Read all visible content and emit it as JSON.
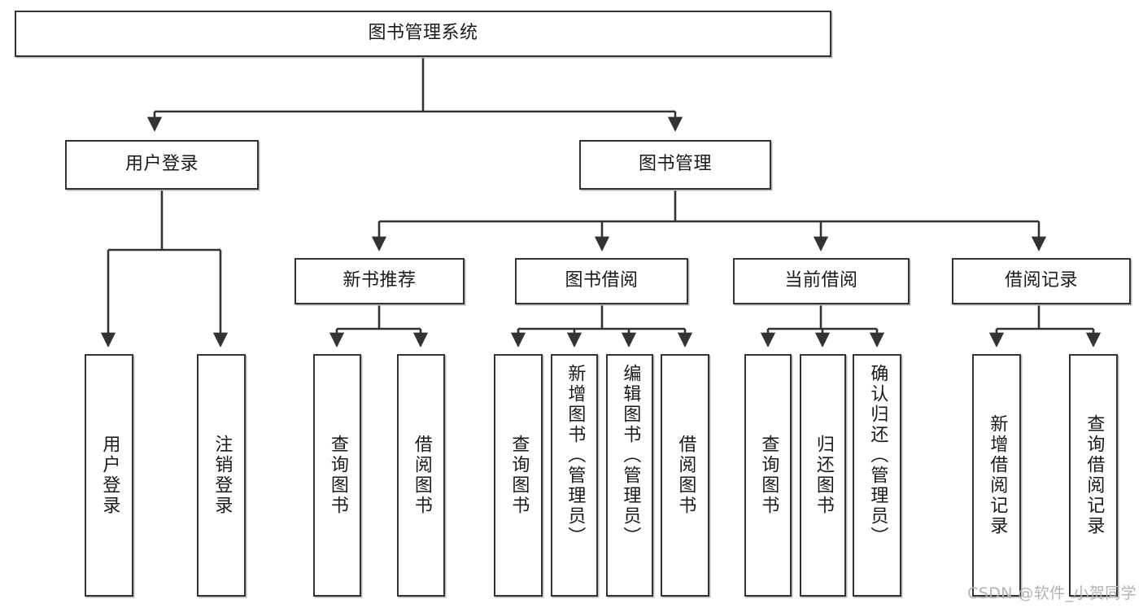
{
  "diagram": {
    "type": "tree-hierarchy-chart",
    "title_text": "图书管理系统",
    "watermark": "CSDN @软件_小贺同学",
    "colors": {
      "box_border": "#333333",
      "box_fill": "#ffffff",
      "connector": "#333333",
      "shadow": "#b9b9b9",
      "text": "#1a1a1a",
      "watermark": "#b3b3b3"
    },
    "nodes": {
      "root": {
        "label": "图书管理系统"
      },
      "level2": [
        {
          "id": "user-login",
          "label": "用户登录"
        },
        {
          "id": "book-management",
          "label": "图书管理"
        }
      ],
      "level3": [
        {
          "id": "new-book-recommend",
          "label": "新书推荐"
        },
        {
          "id": "book-borrow",
          "label": "图书借阅"
        },
        {
          "id": "current-borrow",
          "label": "当前借阅"
        },
        {
          "id": "borrow-record",
          "label": "借阅记录"
        }
      ],
      "leaves": {
        "user_login": [
          {
            "id": "leaf-user-login",
            "label": "用户登录"
          },
          {
            "id": "leaf-logout-login",
            "label": "注销登录"
          }
        ],
        "new_book_recommend": [
          {
            "id": "leaf-query-book-1",
            "label": "查询图书"
          },
          {
            "id": "leaf-borrow-book-1",
            "label": "借阅图书"
          }
        ],
        "book_borrow": [
          {
            "id": "leaf-query-book-2",
            "label": "查询图书"
          },
          {
            "id": "leaf-add-book",
            "label": "新增图书（管理员）"
          },
          {
            "id": "leaf-edit-book",
            "label": "编辑图书（管理员）"
          },
          {
            "id": "leaf-borrow-book-2",
            "label": "借阅图书"
          }
        ],
        "current_borrow": [
          {
            "id": "leaf-query-book-3",
            "label": "查询图书"
          },
          {
            "id": "leaf-return-book",
            "label": "归还图书"
          },
          {
            "id": "leaf-confirm-return",
            "label": "确认归还（管理员）"
          }
        ],
        "borrow_record": [
          {
            "id": "leaf-add-borrow-record",
            "label": "新增借阅记录"
          },
          {
            "id": "leaf-query-borrow-record",
            "label": "查询借阅记录"
          }
        ]
      }
    }
  }
}
